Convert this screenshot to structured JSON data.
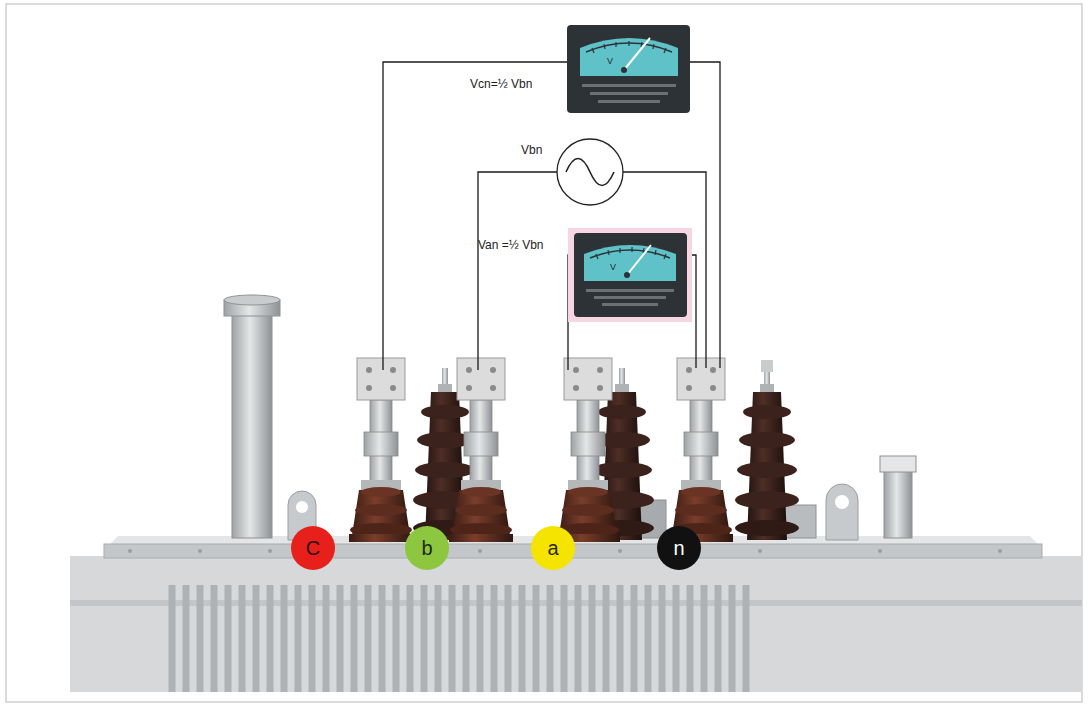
{
  "diagram": {
    "nodes": [
      {
        "text": [
          "C"
        ]
      },
      {
        "text": [
          "b"
        ]
      },
      {
        "text": [
          "a"
        ]
      },
      {
        "text": [
          "n"
        ]
      }
    ],
    "labels": [
      "Vcn=½ Vbn",
      "V",
      "Vbn",
      "Van =½ Vbn",
      "V"
    ]
  }
}
